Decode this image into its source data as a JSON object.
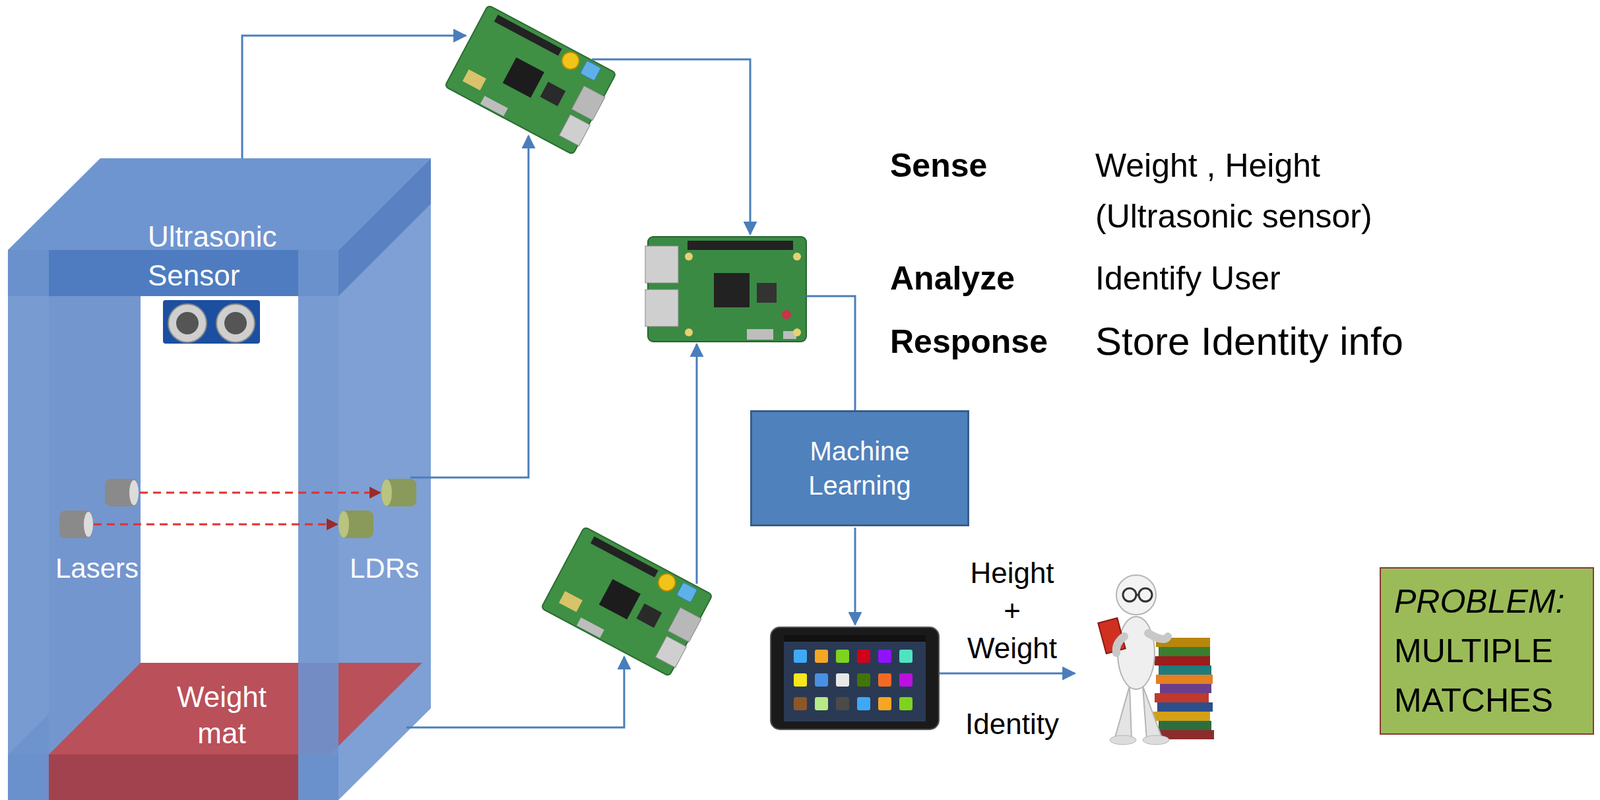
{
  "diagram": {
    "nodes": [
      {
        "text": [
          "Ultrasonic Sensor"
        ]
      },
      {
        "text": [
          "Weight mat"
        ]
      },
      {
        "text": [
          "Machine Learning"
        ]
      },
      {
        "text": [
          "PROBLEM:",
          "MULTIPLE MATCHES"
        ]
      }
    ],
    "labels": [
      "Lasers",
      "LDRs",
      "Sense",
      "Weight , Height (Ultrasonic sensor)",
      "Analyze",
      "Identify User",
      "Response",
      "Store Identity info",
      "Height + Weight",
      "Identity"
    ]
  }
}
